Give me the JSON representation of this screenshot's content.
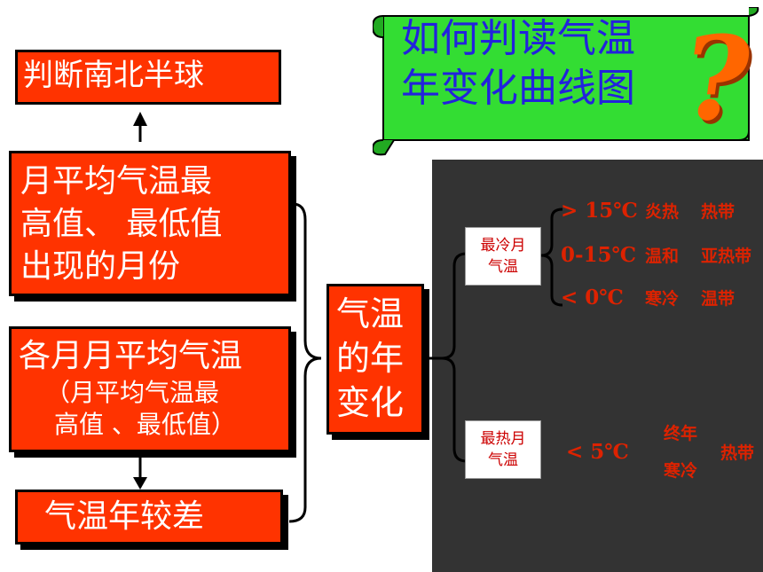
{
  "title": {
    "line1": "如何判读气温",
    "line2": "年变化曲线图",
    "mark": "?"
  },
  "left": {
    "hemisphere": "判断南北半球",
    "extreme_lines": [
      "月平均气温最",
      "高值、 最低值",
      "出现的月份"
    ],
    "monthly_title": "各月月平均气温",
    "monthly_sub": [
      "（月平均气温最",
      "高值 、最低值）"
    ],
    "range": "气温年较差"
  },
  "center": {
    "lines": [
      "气温",
      "的年",
      "变化"
    ]
  },
  "right": {
    "coldest": {
      "label_lines": [
        "最冷月",
        "气温"
      ],
      "rows": [
        {
          "cond": "> 15℃",
          "desc1": "炎热",
          "desc2": "热带"
        },
        {
          "cond": "0-15℃",
          "desc1": "温和",
          "desc2": "亚热带"
        },
        {
          "cond": "< 0℃",
          "desc1": "寒冷",
          "desc2": "温带"
        }
      ]
    },
    "hottest": {
      "label_lines": [
        "最热月",
        "气温"
      ],
      "cond": "<  5℃",
      "desc_lines": [
        "终年",
        "寒冷"
      ],
      "zone": "热带"
    }
  }
}
